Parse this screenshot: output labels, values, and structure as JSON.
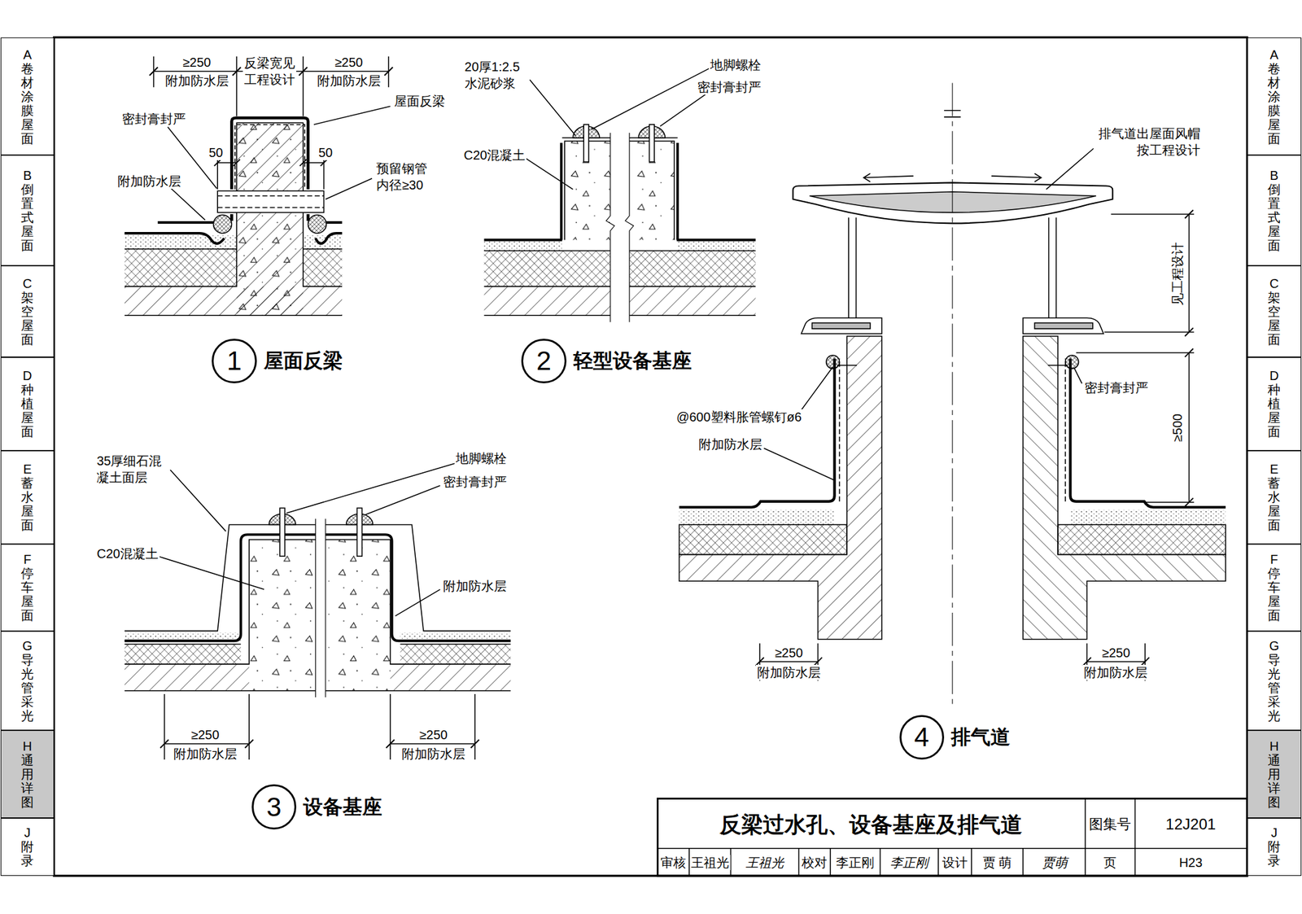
{
  "diagram": {
    "title": "反梁过水孔、设备基座及排气道",
    "nodes": [
      {
        "text": [
          "A",
          "卷材涂膜屋面"
        ]
      },
      {
        "text": [
          "B",
          "倒置式屋面"
        ]
      },
      {
        "text": [
          "C",
          "架空屋面"
        ]
      },
      {
        "text": [
          "D",
          "种植屋面"
        ]
      },
      {
        "text": [
          "E",
          "蓄水屋面"
        ]
      },
      {
        "text": [
          "F",
          "停车屋面"
        ]
      },
      {
        "text": [
          "G",
          "导光管采光"
        ]
      },
      {
        "text": [
          "H",
          "通用详图"
        ]
      },
      {
        "text": [
          "J",
          "附录"
        ]
      },
      {
        "text": [
          "A",
          "卷材涂膜屋面"
        ]
      },
      {
        "text": [
          "B",
          "倒置式屋面"
        ]
      },
      {
        "text": [
          "C",
          "架空屋面"
        ]
      },
      {
        "text": [
          "D",
          "种植屋面"
        ]
      },
      {
        "text": [
          "E",
          "蓄水屋面"
        ]
      },
      {
        "text": [
          "F",
          "停车屋面"
        ]
      },
      {
        "text": [
          "G",
          "导光管采光"
        ]
      },
      {
        "text": [
          "H",
          "通用详图"
        ]
      },
      {
        "text": [
          "J",
          "附录"
        ]
      },
      {
        "text": [
          "1",
          "屋面反梁"
        ]
      },
      {
        "text": [
          "2",
          "轻型设备基座"
        ]
      },
      {
        "text": [
          "3",
          "设备基座"
        ]
      },
      {
        "text": [
          "4",
          "排气道"
        ]
      }
    ],
    "labels": [
      "≥250",
      "反梁宽见 工程设计",
      "≥250",
      "附加防水层",
      "附加防水层",
      "屋面反梁",
      "密封膏封严",
      "50",
      "50",
      "预留钢管 内径≥30",
      "附加防水层",
      "20厚1:2.5 水泥砂浆",
      "地脚螺栓",
      "密封膏封严",
      "C20混凝土",
      "35厚细石混 凝土面层",
      "地脚螺栓",
      "密封膏封严",
      "C20混凝土",
      "附加防水层",
      "≥250",
      "附加防水层",
      "≥250",
      "附加防水层",
      "排气道出屋面风帽 按工程设计",
      "见工程设计",
      "密封膏封严",
      "≥500",
      "@600塑料胀管螺钉ø6",
      "附加防水层",
      "≥250",
      "附加防水层",
      "≥250",
      "附加防水层",
      "图集号",
      "12J201",
      "审核",
      "王祖光",
      "王祖光",
      "校对",
      "李正刚",
      "李正刚",
      "设计",
      "贾 萌",
      "贾萌",
      "页",
      "H23"
    ]
  }
}
